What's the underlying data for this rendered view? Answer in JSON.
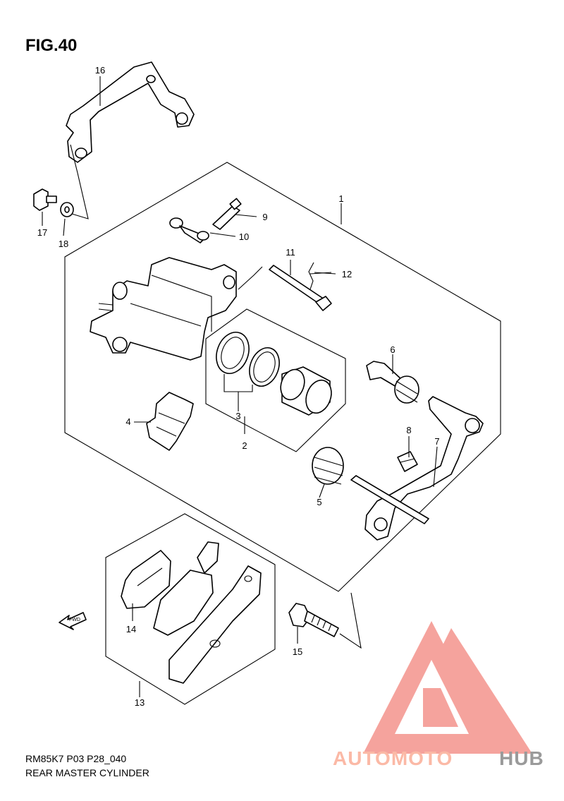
{
  "figure": {
    "title": "FIG.40",
    "code": "RM85K7 P03 P28_040",
    "caption": "REAR MASTER CYLINDER"
  },
  "callouts": {
    "p1": "1",
    "p2": "2",
    "p3": "3",
    "p4": "4",
    "p5": "5",
    "p6": "6",
    "p7": "7",
    "p8": "8",
    "p9": "9",
    "p10": "10",
    "p11": "11",
    "p12": "12",
    "p13": "13",
    "p14": "14",
    "p15": "15",
    "p16": "16",
    "p17": "17",
    "p18": "18"
  },
  "fwd_arrow_text": "FWD",
  "watermark": {
    "text_part1": "AUTOMOTO",
    "text_part2": "HUB",
    "color_light": "#fbb9a6",
    "color_triangle": "#f4948c",
    "color_dark": "#9a9a9a"
  }
}
